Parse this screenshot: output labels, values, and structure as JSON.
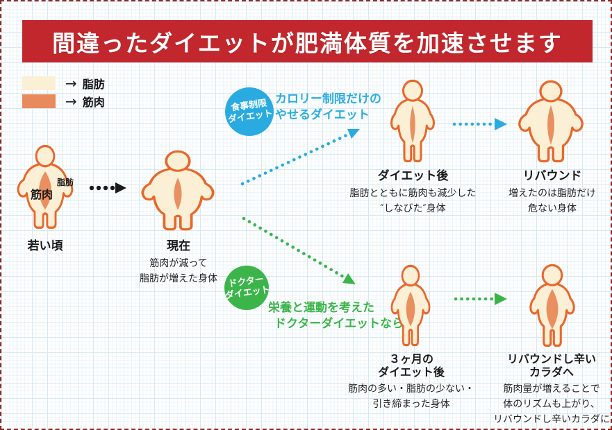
{
  "title": "間違ったダイエットが肥満体質を加速させます",
  "colors": {
    "banner_red": "#c1272d",
    "border_red": "#97241f",
    "path_blue": "#29abe2",
    "path_green": "#3bb54a",
    "fat_fill": "#fbf0d5",
    "muscle_fill": "#e98f60",
    "body_outline": "#e8672c"
  },
  "legend": {
    "fat": {
      "arrow": "→",
      "label": "脂肪"
    },
    "muscle": {
      "arrow": "→",
      "label": "筋肉"
    }
  },
  "paths": {
    "restriction": {
      "badge_line1": "食事制限",
      "badge_line2": "ダイエット",
      "note_line1": "カロリー制限だけの",
      "note_line2": "やせるダイエット"
    },
    "doctor": {
      "badge_line1": "ドクター",
      "badge_line2": "ダイエット",
      "note_line1": "栄養と運動を考えた",
      "note_line2": "ドクターダイエットなら"
    }
  },
  "figures": {
    "young": {
      "label": "若い頃",
      "muscle_tag": "筋肉",
      "fat_tag": "脂肪"
    },
    "now": {
      "label": "現在",
      "caption1": "筋肉が減って",
      "caption2": "脂肪が増えた身体"
    },
    "after_diet": {
      "label": "ダイエット後",
      "caption1": "脂肪とともに筋肉も減少した",
      "caption2": "″しなびた″身体"
    },
    "rebound": {
      "label": "リバウンド",
      "caption1": "増えたのは脂肪だけ",
      "caption2": "危ない身体"
    },
    "after_3months": {
      "label1": "３ヶ月の",
      "label2": "ダイエット後",
      "caption1": "筋肉の多い・脂肪の少ない・",
      "caption2": "引き締まった身体"
    },
    "hard_rebound": {
      "label1": "リバウンドし辛い",
      "label2": "カラダへ",
      "caption1": "筋肉量が増えることで",
      "caption2": "体のリズムも上がり、",
      "caption3": "リバウンドし辛いカラダに"
    }
  }
}
